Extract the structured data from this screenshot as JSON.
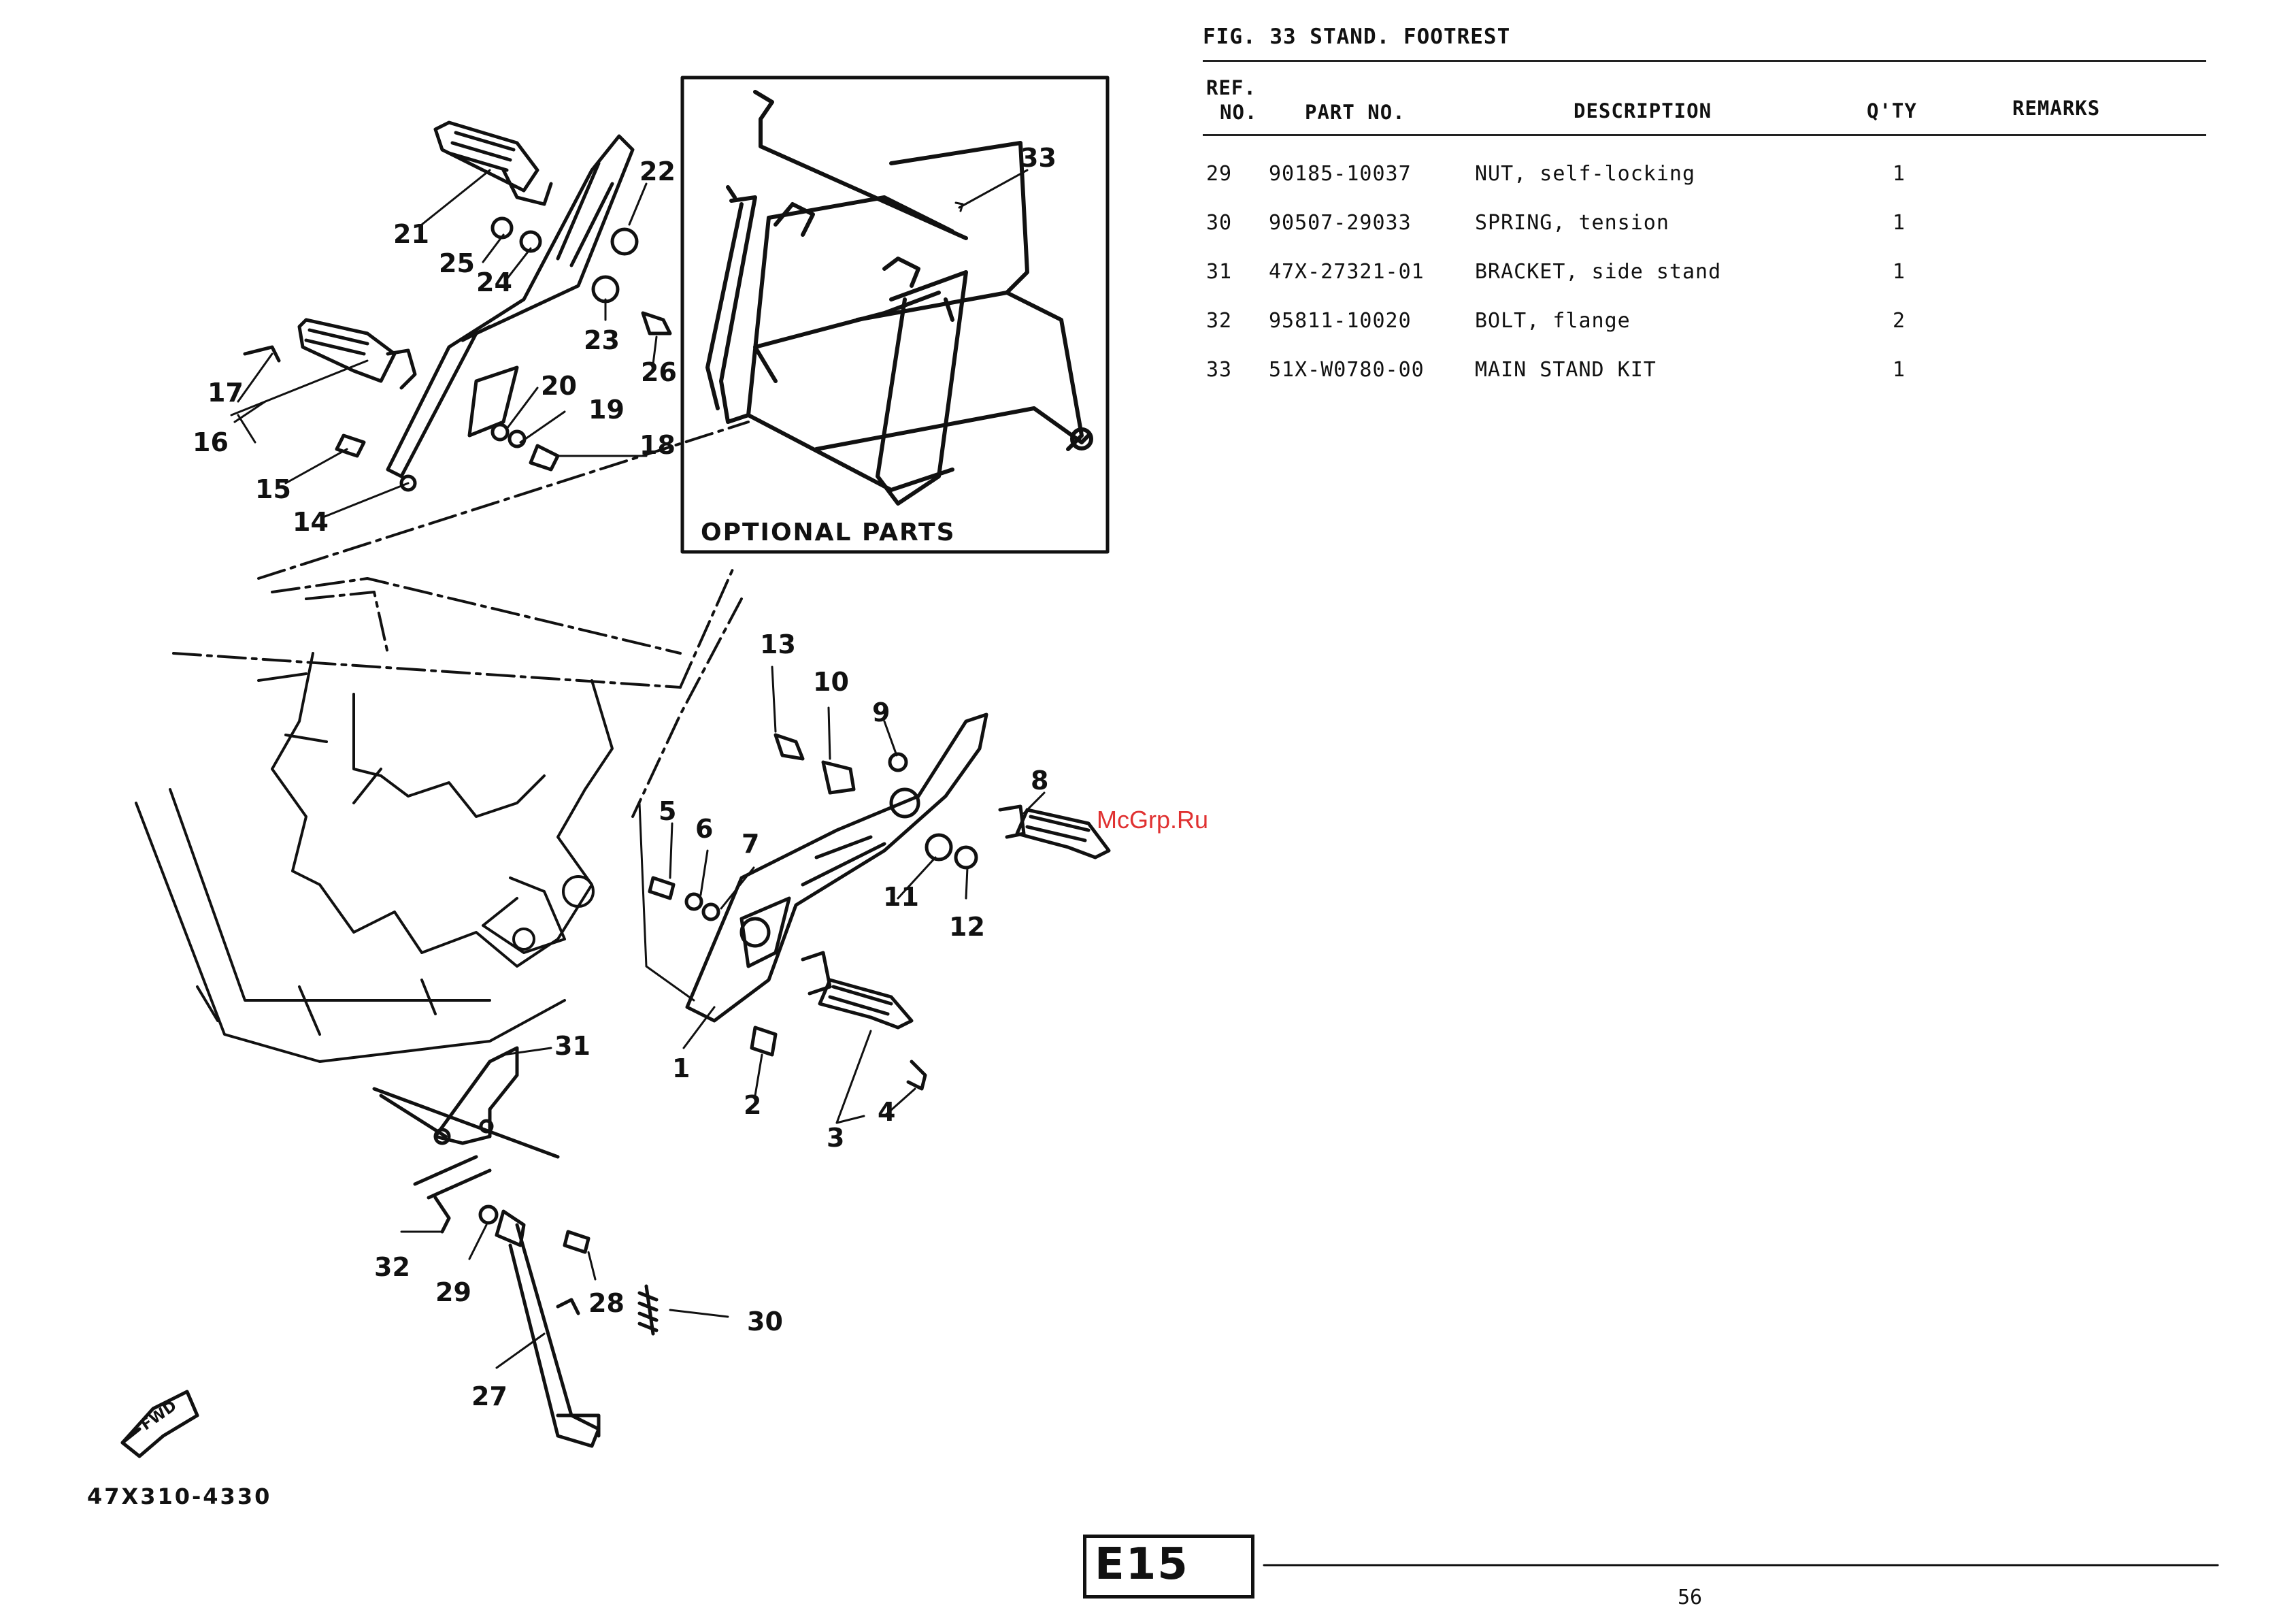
{
  "figure": {
    "title": "FIG. 33  STAND. FOOTREST",
    "optional_parts_label": "OPTIONAL PARTS",
    "drawing_code": "47X310-4330",
    "fwd_label": "FWD",
    "watermark": "McGrp.Ru"
  },
  "table": {
    "headers": {
      "ref_line1": "REF.",
      "ref_line2": "NO.",
      "part_no": "PART NO.",
      "description": "DESCRIPTION",
      "qty": "Q'TY",
      "remarks": "REMARKS"
    },
    "rows": [
      {
        "ref": "29",
        "part_no": "90185-10037",
        "description": "NUT, self-locking",
        "qty": "1",
        "remarks": ""
      },
      {
        "ref": "30",
        "part_no": "90507-29033",
        "description": "SPRING, tension",
        "qty": "1",
        "remarks": ""
      },
      {
        "ref": "31",
        "part_no": "47X-27321-01",
        "description": "BRACKET, side stand",
        "qty": "1",
        "remarks": ""
      },
      {
        "ref": "32",
        "part_no": "95811-10020",
        "description": "BOLT, flange",
        "qty": "2",
        "remarks": ""
      },
      {
        "ref": "33",
        "part_no": "51X-W0780-00",
        "description": "MAIN STAND KIT",
        "qty": "1",
        "remarks": ""
      }
    ]
  },
  "callouts": [
    "1",
    "2",
    "3",
    "4",
    "5",
    "6",
    "7",
    "8",
    "9",
    "10",
    "11",
    "12",
    "13",
    "14",
    "15",
    "16",
    "17",
    "18",
    "19",
    "20",
    "21",
    "22",
    "23",
    "24",
    "25",
    "26",
    "27",
    "28",
    "29",
    "30",
    "31",
    "32",
    "33"
  ],
  "footer": {
    "section": "E15",
    "page_number": "56"
  }
}
